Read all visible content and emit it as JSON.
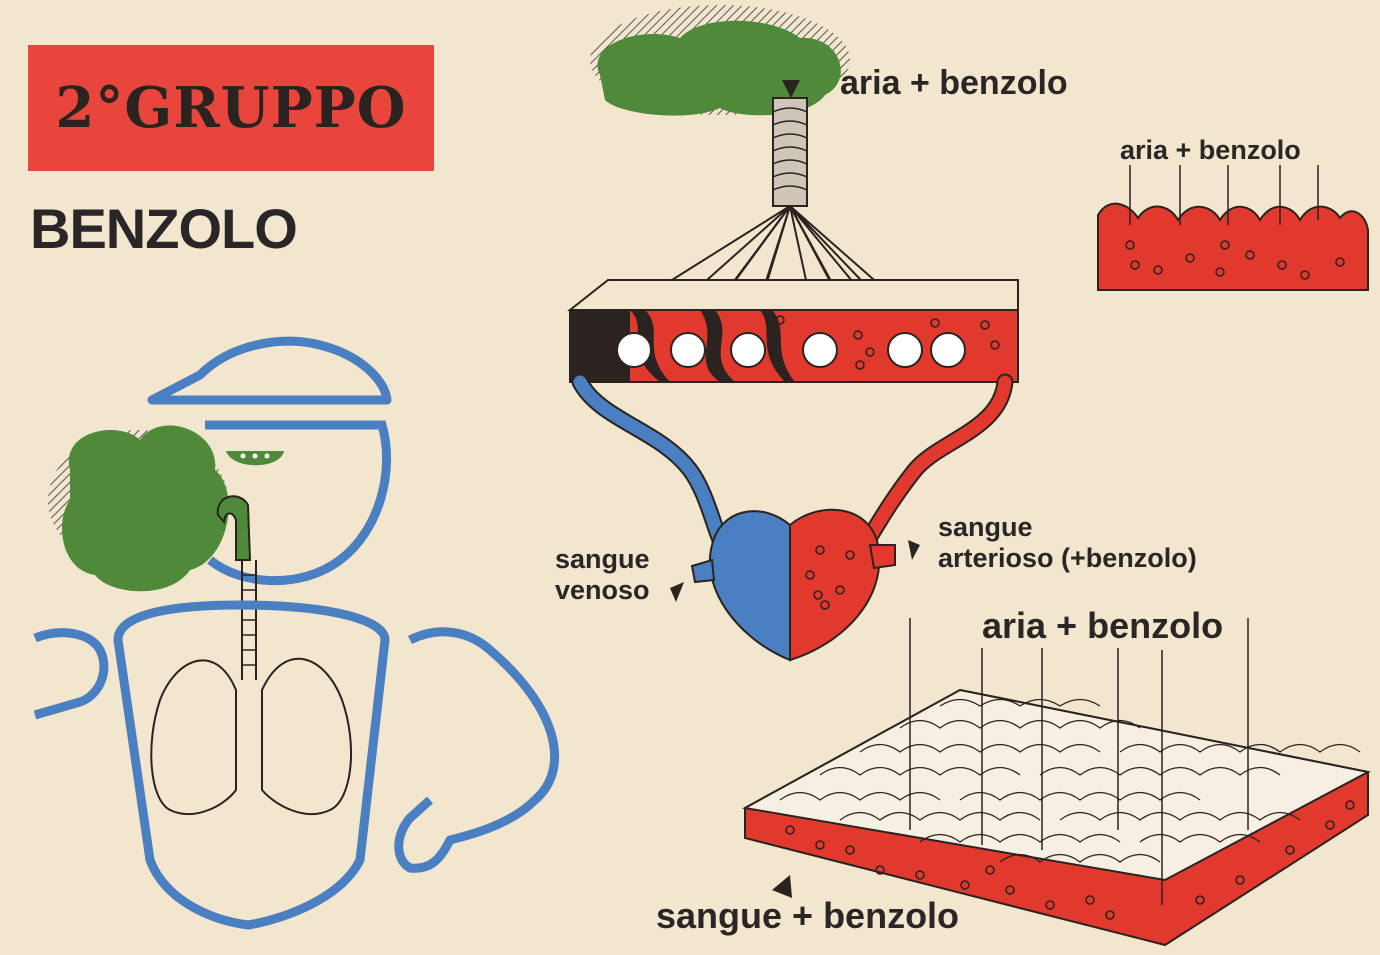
{
  "header": {
    "group_title": "2°GRUPPO",
    "substance": "BENZOLO"
  },
  "labels": {
    "top_air": "aria + benzolo",
    "alveolus_air": "aria + benzolo",
    "venous_line1": "sangue",
    "venous_line2": "venoso",
    "arterial_line1": "sangue",
    "arterial_line2": "arterioso (+benzolo)",
    "surface_air": "aria + benzolo",
    "blood_benzene": "sangue + benzolo"
  },
  "colors": {
    "background": "#f3e6cf",
    "title_box": "#e8463c",
    "blood_red": "#e2392f",
    "venous_blue": "#4a7fc1",
    "smoke_green": "#4f8a3a",
    "outline_blue": "#4a7fc1",
    "ink": "#2a2320"
  }
}
